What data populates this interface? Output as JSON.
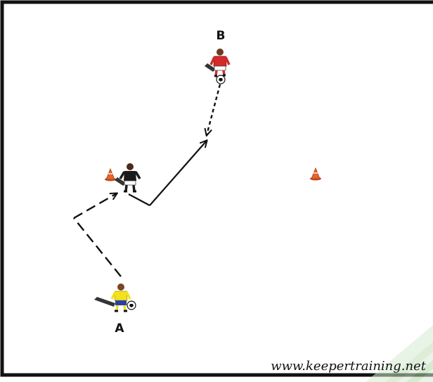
{
  "labels": {
    "player_a": "A",
    "player_b": "B"
  },
  "website": "www.keepertraining.net",
  "colors": {
    "border": "#111111",
    "field": "#ffffff",
    "cone": "#e8632a",
    "player_a_shirt": "#f2e21b",
    "player_a_shorts": "#2c3fa8",
    "player_b_shirt": "#d42a2a",
    "keeper_shirt": "#1a1a1a",
    "watermark": "#cfe6c9"
  },
  "icons": {
    "cone": "cone-icon",
    "ball": "soccer-ball-icon",
    "player": "player-figure-icon"
  }
}
